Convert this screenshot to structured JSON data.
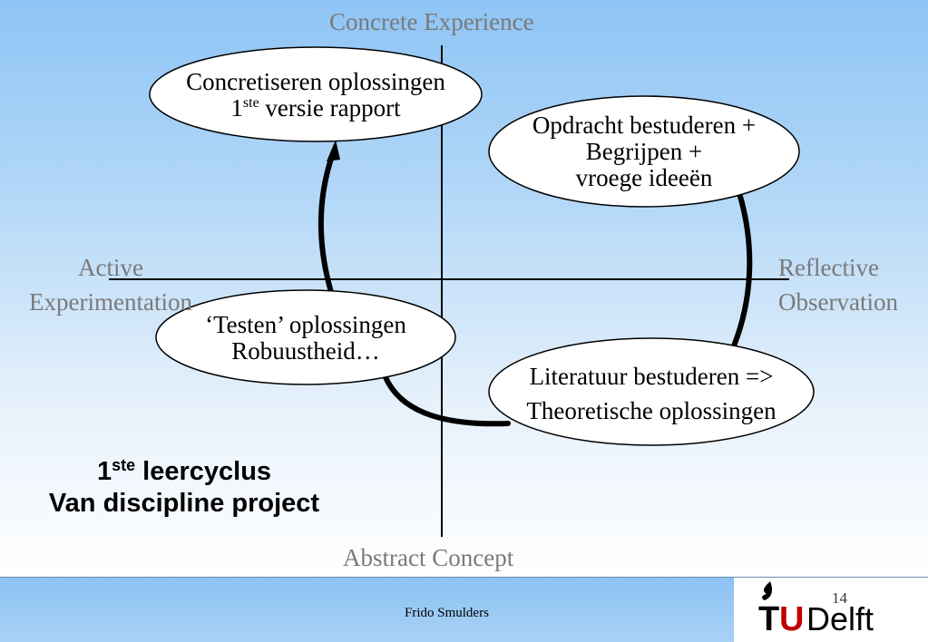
{
  "axes": {
    "top": "Concrete Experience",
    "bottom": "Abstract Concept",
    "left_line1": "Active",
    "left_line2": "Experimentation",
    "right_line1": "Reflective",
    "right_line2": "Observation"
  },
  "nodes": {
    "concretiseren": {
      "line1": "Concretiseren oplossingen",
      "line2_prefix": "1",
      "line2_sup": "ste",
      "line2_rest": " versie rapport"
    },
    "opdracht": {
      "line1": "Opdracht bestuderen +",
      "line2": "Begrijpen +",
      "line3": "vroege ideeën"
    },
    "testen": {
      "line1": "‘Testen’ oplossingen",
      "line2": "Robuustheid…"
    },
    "literatuur": {
      "line1": "Literatuur bestuderen =>",
      "line2": "Theoretische oplossingen"
    }
  },
  "caption": {
    "line1_prefix": "1",
    "line1_sup": "ste",
    "line1_rest": " leercyclus",
    "line2": "Van discipline project"
  },
  "footer": {
    "author": "Frido Smulders",
    "page": "14",
    "logo_t": "T",
    "logo_u": "U",
    "logo_delft": "Delft"
  },
  "colors": {
    "axis_label": "#7a7a7a",
    "logo_red": "#c00000",
    "slide_top": "#8ec4f5"
  }
}
